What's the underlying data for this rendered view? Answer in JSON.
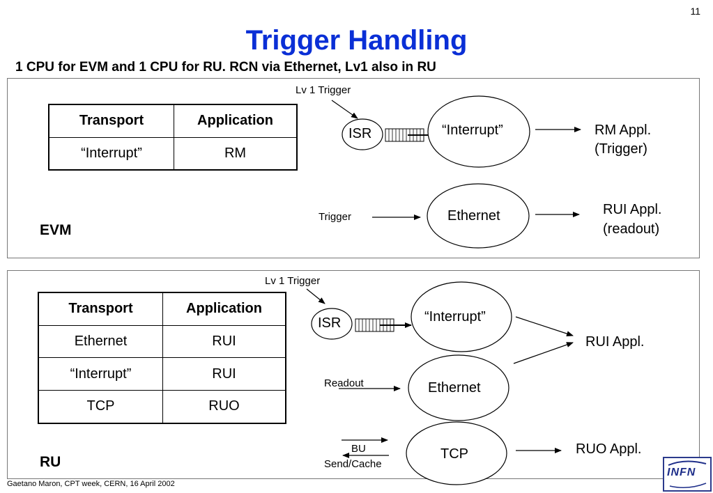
{
  "slide": {
    "page_number": "11",
    "title": "Trigger Handling",
    "subtitle": "1 CPU for EVM and 1 CPU for  RU. RCN via Ethernet, Lv1 also in RU",
    "footer": "Gaetano Maron, CPT week, CERN, 16 April 2002"
  },
  "evm": {
    "label": "EVM",
    "table": {
      "headers": [
        "Transport",
        "Application"
      ],
      "rows": [
        [
          "“Interrupt”",
          "RM"
        ]
      ]
    },
    "lv1_trigger": "Lv 1 Trigger",
    "isr": "ISR",
    "interrupt": "“Interrupt”",
    "rm_appl_line1": "RM Appl.",
    "rm_appl_line2": "(Trigger)",
    "trigger": "Trigger",
    "ethernet": "Ethernet",
    "rui_appl_line1": "RUI Appl.",
    "rui_appl_line2": "(readout)"
  },
  "ru": {
    "label": "RU",
    "table": {
      "headers": [
        "Transport",
        "Application"
      ],
      "rows": [
        [
          "Ethernet",
          "RUI"
        ],
        [
          "“Interrupt”",
          "RUI"
        ],
        [
          "TCP",
          "RUO"
        ]
      ]
    },
    "lv1_trigger": "Lv 1 Trigger",
    "isr": "ISR",
    "interrupt": "“Interrupt”",
    "rui_appl": "RUI Appl.",
    "readout": "Readout",
    "ethernet": "Ethernet",
    "bu": "BU",
    "send_cache": "Send/Cache",
    "tcp": "TCP",
    "ruo_appl": "RUO Appl."
  },
  "logo": {
    "name": "infn-logo",
    "text": "INFN"
  }
}
